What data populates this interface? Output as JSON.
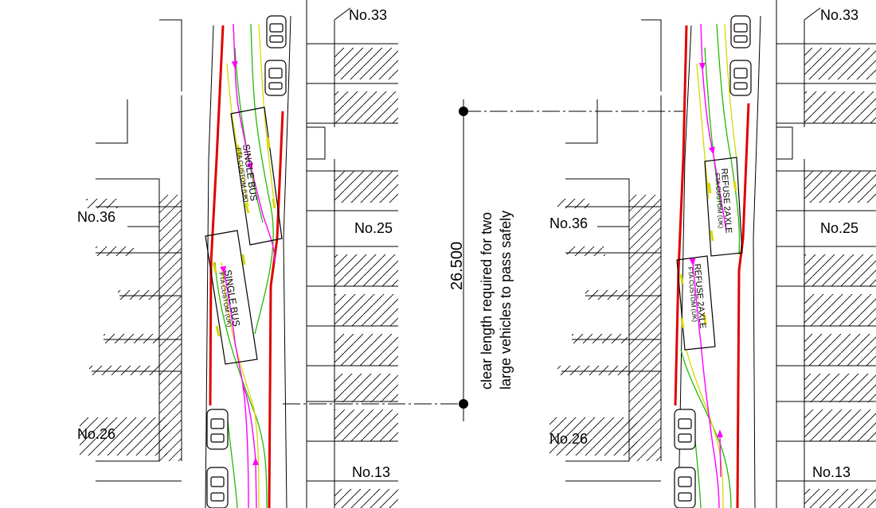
{
  "labels": {
    "left": {
      "no33": "No.33",
      "no36": "No.36",
      "no25": "No.25",
      "no26": "No.26",
      "no13": "No.13"
    },
    "right": {
      "no33": "No.33",
      "no36": "No.36",
      "no25": "No.25",
      "no26": "No.26",
      "no13": "No.13"
    }
  },
  "dimension": {
    "value": "26.500",
    "note_line1": "clear length required for two",
    "note_line2": "large vehicles to pass safely"
  },
  "vehicles": {
    "left_upper": {
      "name": "SINGLE BUS",
      "model": "FTA CUSTOM (UK)"
    },
    "left_lower": {
      "name": "SINGLE BUS",
      "model": "FTA CUSTOM (UK)"
    },
    "right_upper": {
      "name": "REFUSE 2AXLE",
      "model": "FTA CUSTOM (UK)"
    },
    "right_lower": {
      "name": "REFUSE 2AXLE",
      "model": "FTA CUSTOM (UK)"
    }
  },
  "colors": {
    "kerb": "#e00000",
    "path": "#ff00ff",
    "green_line": "#22bb00",
    "yellow_line": "#d8d800",
    "cyan_line": "#00bcd4",
    "ink": "#000000"
  }
}
